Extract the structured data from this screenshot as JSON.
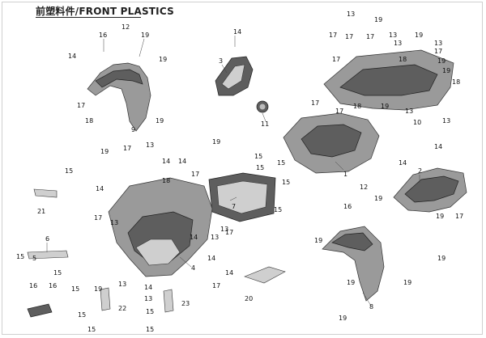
{
  "title": "前塑料件/FRONT PLASTICS",
  "callouts": [
    {
      "id": "c12a",
      "label": "12"
    },
    {
      "id": "c16a",
      "label": "16"
    },
    {
      "id": "c19a",
      "label": "19"
    },
    {
      "id": "c14a",
      "label": "14"
    },
    {
      "id": "c19b",
      "label": "19"
    },
    {
      "id": "c17a",
      "label": "17"
    },
    {
      "id": "c18a",
      "label": "18"
    },
    {
      "id": "c19c",
      "label": "19"
    },
    {
      "id": "c9",
      "label": "9"
    },
    {
      "id": "c14b",
      "label": "14"
    },
    {
      "id": "c3",
      "label": "3"
    },
    {
      "id": "c19d",
      "label": "19"
    },
    {
      "id": "c11",
      "label": "11"
    },
    {
      "id": "c13a",
      "label": "13"
    },
    {
      "id": "c17b",
      "label": "17"
    },
    {
      "id": "c19e",
      "label": "19"
    },
    {
      "id": "c17c",
      "label": "17"
    },
    {
      "id": "c17d",
      "label": "17"
    },
    {
      "id": "c13b",
      "label": "13"
    },
    {
      "id": "c13c",
      "label": "13"
    },
    {
      "id": "c19f",
      "label": "19"
    },
    {
      "id": "c13d",
      "label": "13"
    },
    {
      "id": "c17e",
      "label": "17"
    },
    {
      "id": "c18b",
      "label": "18"
    },
    {
      "id": "c17f",
      "label": "17"
    },
    {
      "id": "c19g",
      "label": "19"
    },
    {
      "id": "c19h",
      "label": "19"
    },
    {
      "id": "c18c",
      "label": "18"
    },
    {
      "id": "c17g",
      "label": "17"
    },
    {
      "id": "c10",
      "label": "10"
    },
    {
      "id": "c13e",
      "label": "13"
    },
    {
      "id": "c19i",
      "label": "19"
    },
    {
      "id": "c18d",
      "label": "18"
    },
    {
      "id": "c17h",
      "label": "17"
    },
    {
      "id": "c13f",
      "label": "13"
    },
    {
      "id": "c1",
      "label": "1"
    },
    {
      "id": "c14c",
      "label": "14"
    },
    {
      "id": "c14d",
      "label": "14"
    },
    {
      "id": "c2",
      "label": "2"
    },
    {
      "id": "c19j",
      "label": "19"
    },
    {
      "id": "c17i",
      "label": "17"
    },
    {
      "id": "c19k",
      "label": "19"
    },
    {
      "id": "c15a",
      "label": "15"
    },
    {
      "id": "c21",
      "label": "21"
    },
    {
      "id": "c19l",
      "label": "19"
    },
    {
      "id": "c17j",
      "label": "17"
    },
    {
      "id": "c13g",
      "label": "13"
    },
    {
      "id": "c15b",
      "label": "15"
    },
    {
      "id": "c14e",
      "label": "14"
    },
    {
      "id": "c14f",
      "label": "14"
    },
    {
      "id": "c18e",
      "label": "18"
    },
    {
      "id": "c17k",
      "label": "17"
    },
    {
      "id": "c14g",
      "label": "14"
    },
    {
      "id": "c14h",
      "label": "14"
    },
    {
      "id": "c13h",
      "label": "13"
    },
    {
      "id": "c13i",
      "label": "13"
    },
    {
      "id": "c15c",
      "label": "15"
    },
    {
      "id": "c15d",
      "label": "15"
    },
    {
      "id": "c15e",
      "label": "15"
    },
    {
      "id": "c7",
      "label": "7"
    },
    {
      "id": "c15f",
      "label": "15"
    },
    {
      "id": "c12b",
      "label": "12"
    },
    {
      "id": "c19m",
      "label": "19"
    },
    {
      "id": "c19n",
      "label": "19"
    },
    {
      "id": "c6",
      "label": "6"
    },
    {
      "id": "c5",
      "label": "5"
    },
    {
      "id": "c8",
      "label": "8"
    },
    {
      "id": "c16b",
      "label": "16"
    },
    {
      "id": "c17l",
      "label": "17"
    },
    {
      "id": "c13j",
      "label": "13"
    },
    {
      "id": "c17m",
      "label": "17"
    },
    {
      "id": "c14i",
      "label": "14"
    },
    {
      "id": "c4",
      "label": "4"
    },
    {
      "id": "c14j",
      "label": "14"
    },
    {
      "id": "c17n",
      "label": "17"
    },
    {
      "id": "c15g",
      "label": "15"
    },
    {
      "id": "c16c",
      "label": "16"
    },
    {
      "id": "c16d",
      "label": "16"
    },
    {
      "id": "c15h",
      "label": "15"
    },
    {
      "id": "c15i",
      "label": "15"
    },
    {
      "id": "c19o",
      "label": "19"
    },
    {
      "id": "c13k",
      "label": "13"
    },
    {
      "id": "c14k",
      "label": "14"
    },
    {
      "id": "c20",
      "label": "20"
    },
    {
      "id": "c22",
      "label": "22"
    },
    {
      "id": "c23",
      "label": "23"
    },
    {
      "id": "c13l",
      "label": "13"
    },
    {
      "id": "c15j",
      "label": "15"
    },
    {
      "id": "c19p",
      "label": "19"
    },
    {
      "id": "c15k",
      "label": "15"
    },
    {
      "id": "c15l",
      "label": "15"
    },
    {
      "id": "c15m",
      "label": "15"
    },
    {
      "id": "c19q",
      "label": "19"
    },
    {
      "id": "c19r",
      "label": "19"
    }
  ]
}
